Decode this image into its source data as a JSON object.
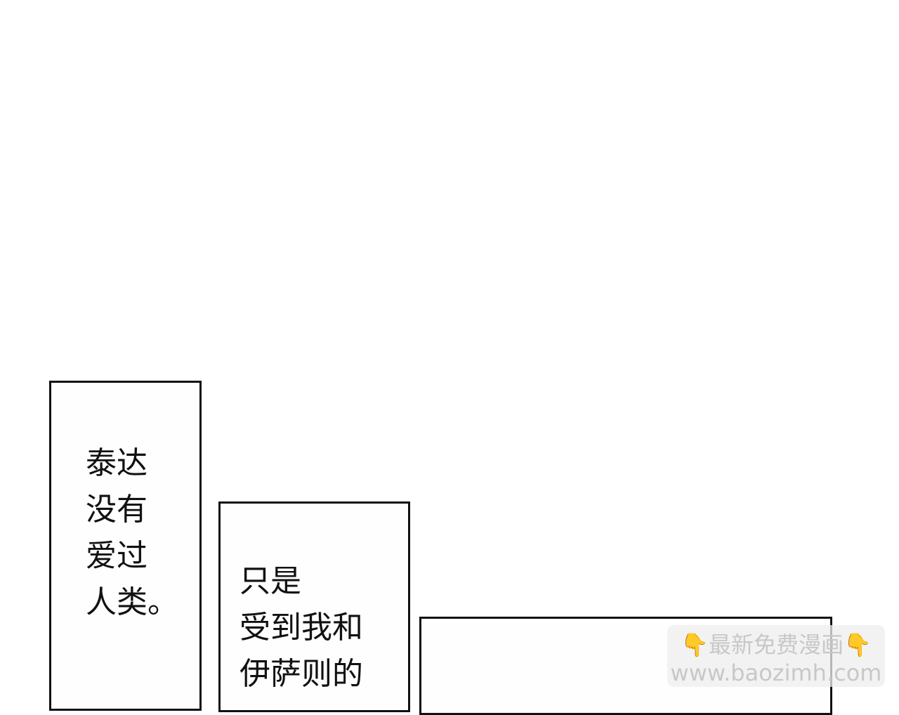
{
  "panels": [
    {
      "lines": [
        "泰达",
        "没有",
        "爱过",
        "人类。"
      ]
    },
    {
      "lines": [
        "只是",
        "受到我和",
        "伊萨则的"
      ]
    },
    {
      "lines": []
    }
  ],
  "watermark": {
    "line1": "最新免费漫画",
    "line2": "www.baozimh.com",
    "icon": "pointing-down-hand-emoji",
    "icon_color": "#f2b31c"
  }
}
